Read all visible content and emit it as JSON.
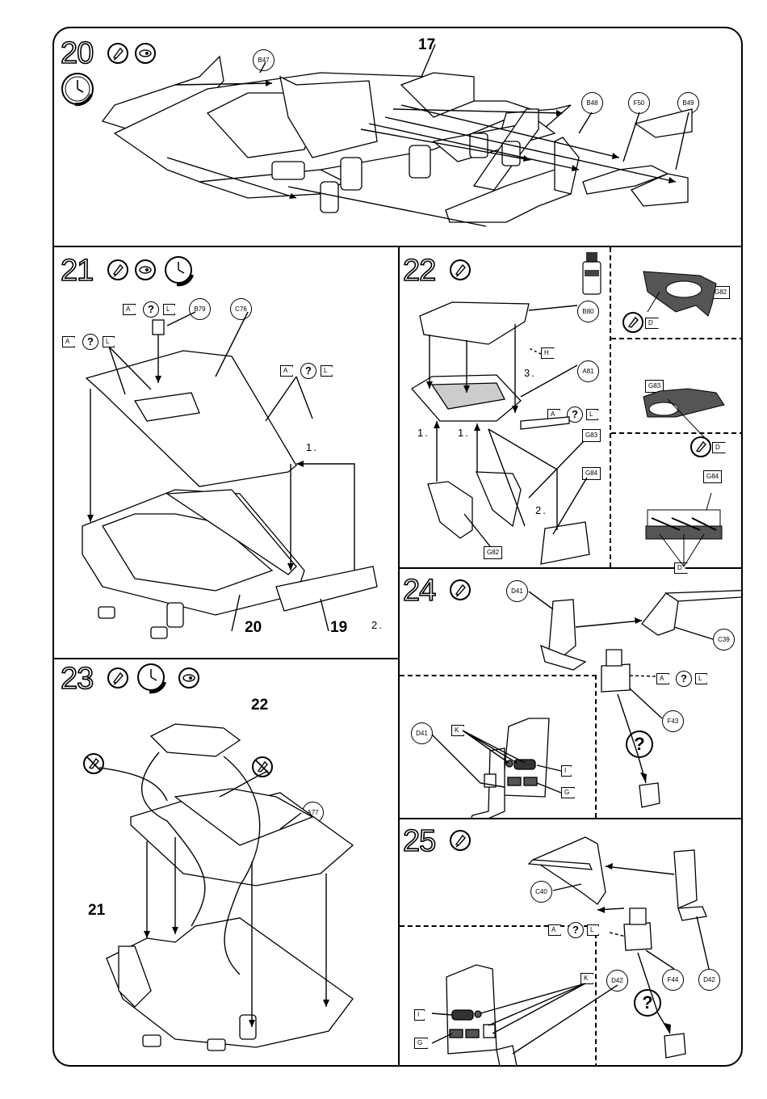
{
  "steps": {
    "s20": {
      "number": "20",
      "ref_main": "17",
      "callouts": [
        "B47",
        "B48",
        "F50",
        "B49"
      ]
    },
    "s21": {
      "number": "21",
      "callouts": [
        "B79",
        "C76"
      ],
      "refs": [
        "20",
        "19"
      ],
      "order": [
        "1.",
        "2."
      ],
      "tags": [
        "A",
        "L"
      ]
    },
    "s22": {
      "number": "22",
      "callouts": [
        "B80",
        "A81"
      ],
      "squares": [
        "G83",
        "G84",
        "G82"
      ],
      "order": [
        "3.",
        "1.",
        "1.",
        "2."
      ],
      "tags": [
        "H",
        "A",
        "L"
      ]
    },
    "s22_sub": {
      "squares": [
        "G82",
        "G83",
        "G84"
      ],
      "tags": [
        "D",
        "D",
        "D"
      ]
    },
    "s23": {
      "number": "23",
      "callouts": [
        "A77"
      ],
      "refs": [
        "22",
        "21"
      ]
    },
    "s24": {
      "number": "24",
      "callouts": [
        "D41",
        "C39",
        "F43"
      ],
      "tags": [
        "A",
        "L"
      ],
      "detail": {
        "callout": "D41",
        "tags": [
          "K",
          "I",
          "G"
        ]
      }
    },
    "s25": {
      "number": "25",
      "callouts": [
        "C40",
        "F44",
        "D42"
      ],
      "tags": [
        "A",
        "L"
      ],
      "detail": {
        "callout": "D42",
        "tags": [
          "K",
          "I",
          "G"
        ]
      }
    }
  },
  "symbols": {
    "question": "?"
  },
  "colors": {
    "line": "#000000",
    "paper": "#ffffff",
    "part_fill": "#555555"
  }
}
